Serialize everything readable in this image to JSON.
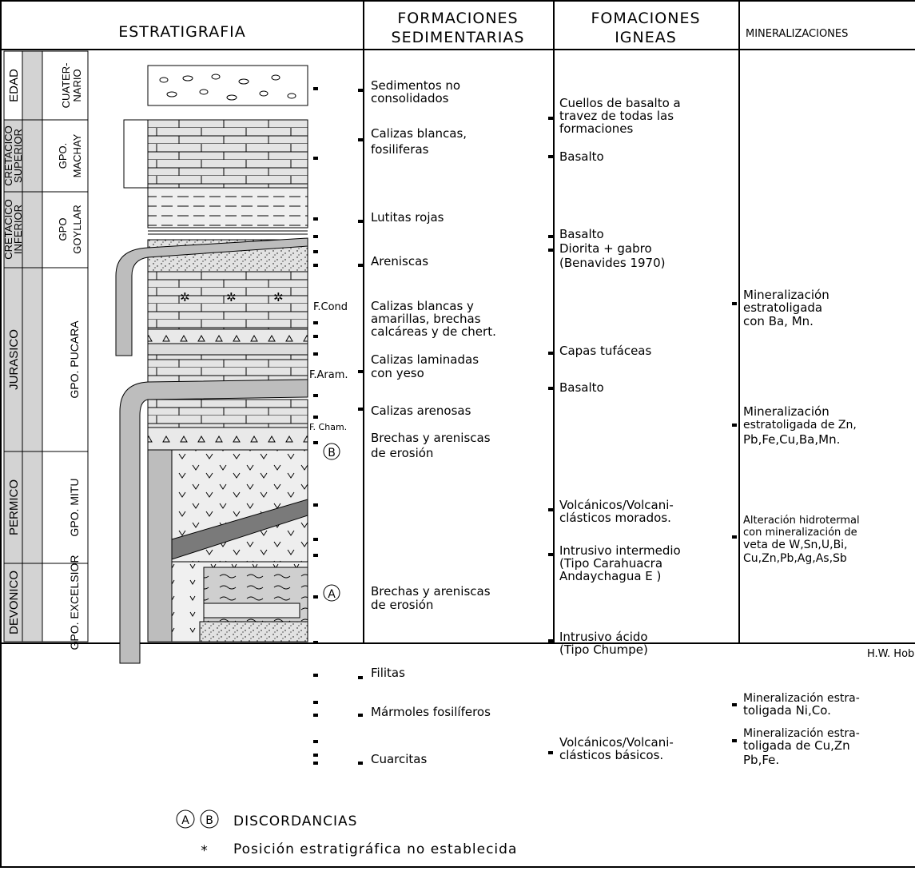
{
  "headers": {
    "estratigrafia": "ESTRATIGRAFIA",
    "form_sed_1": "FORMACIONES",
    "form_sed_2": "SEDIMENTARIAS",
    "form_ign_1": "FOMACIONES",
    "form_ign_2": "IGNEAS",
    "mineral": "MINERALIZACIONES"
  },
  "edad_col": {
    "edad": "EDAD",
    "cretacico_sup_1": "CRETACICO",
    "cretacico_sup_2": "SUPERIOR",
    "cretacico_inf_1": "CRETACICO",
    "cretacico_inf_2": "INFERIOR",
    "jurasico": "JURASICO",
    "permico": "PERMICO",
    "devonico": "DEVONICO"
  },
  "grupo_col": {
    "cuaternario_1": "CUATER-",
    "cuaternario_2": "NARIO",
    "machay_1": "GPO.",
    "machay_2": "MACHAY",
    "goyllar_1": "GPO",
    "goyllar_2": "GOYLLAR",
    "pucara": "GPO. PUCARA",
    "mitu": "GPO. MITU",
    "excelsior": "GPO. EXCELSIOR"
  },
  "column_labels": {
    "f_cond": "F.Cond",
    "f_aram": "F.Aram.",
    "f_cham": "F. Cham.",
    "disc_b": "B",
    "disc_a": "A"
  },
  "sedimentarias": [
    "Sedimentos no",
    "consolidados",
    "Calizas blancas,",
    "fosiliferas",
    "Lutitas rojas",
    "Areniscas",
    "Calizas blancas y",
    "amarillas, brechas",
    "calcáreas y de chert.",
    "Calizas laminadas",
    "con yeso",
    "Calizas arenosas",
    "Brechas y areniscas",
    "de erosión",
    "Brechas y areniscas",
    "de erosión",
    "Filitas",
    "Mármoles fosilíferos",
    "Cuarcitas"
  ],
  "igneas": [
    "Cuellos de basalto a",
    "travez de todas las",
    "formaciones",
    "Basalto",
    "Basalto",
    "Diorita + gabro",
    "(Benavides 1970)",
    "Capas tufáceas",
    "Basalto",
    "Volcánicos/Volcani-",
    "clásticos morados.",
    "Intrusivo intermedio",
    "(Tipo Carahuacra",
    "Andaychagua E )",
    "Intrusivo ácido",
    "(Tipo Chumpe)",
    "Volcánicos/Volcani-",
    "clásticos básicos."
  ],
  "mineralizaciones": [
    "Mineralización",
    "estratoligada",
    "con Ba, Mn.",
    "Mineralización",
    "estratoligada de Zn,",
    "Pb,Fe,Cu,Ba,Mn.",
    "Alteración hidrotermal",
    "con mineralización de",
    "veta de W,Sn,U,Bi,",
    "Cu,Zn,Pb,Ag,As,Sb",
    "Mineralización estra-",
    "toligada Ni,Co.",
    "Mineralización estra-",
    "toligada de Cu,Zn",
    "Pb,Fe."
  ],
  "legend": {
    "author": "H.W. Hobe",
    "symbol_a": "A",
    "symbol_b": "B",
    "discordancias": "DISCORDANCIAS",
    "asterisk": "*",
    "asterisk_text": "Posición estratigráfica no establecida"
  }
}
